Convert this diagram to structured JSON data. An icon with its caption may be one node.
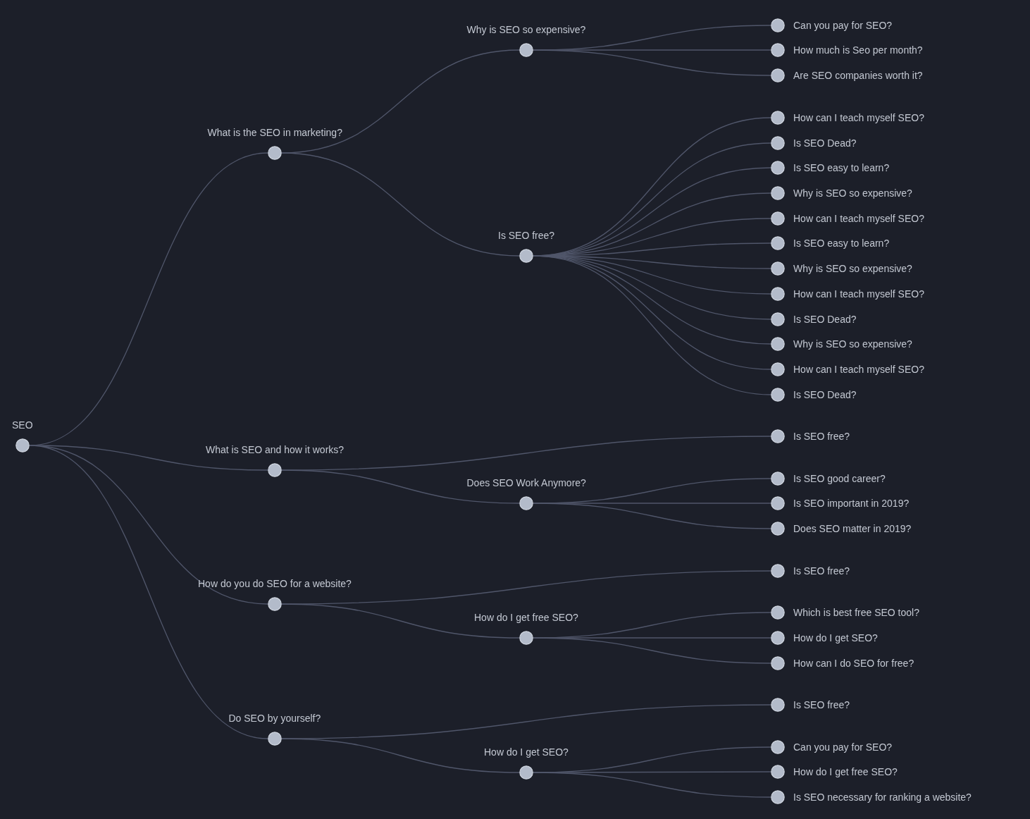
{
  "diagram": {
    "nodes": [
      {
        "text": [
          "SEO"
        ]
      },
      {
        "text": [
          "What is the SEO in marketing?"
        ]
      },
      {
        "text": [
          "Why is SEO so expensive?"
        ]
      },
      {
        "text": [
          "Can you pay for SEO?"
        ]
      },
      {
        "text": [
          "How much is Seo per month?"
        ]
      },
      {
        "text": [
          "Are SEO companies worth it?"
        ]
      },
      {
        "text": [
          "Is SEO free?"
        ]
      },
      {
        "text": [
          "How can I teach myself SEO?"
        ]
      },
      {
        "text": [
          "Is SEO Dead?"
        ]
      },
      {
        "text": [
          "Is SEO easy to learn?"
        ]
      },
      {
        "text": [
          "Why is SEO so expensive?"
        ]
      },
      {
        "text": [
          "How can I teach myself SEO?"
        ]
      },
      {
        "text": [
          "Is SEO easy to learn?"
        ]
      },
      {
        "text": [
          "Why is SEO so expensive?"
        ]
      },
      {
        "text": [
          "How can I teach myself SEO?"
        ]
      },
      {
        "text": [
          "Is SEO Dead?"
        ]
      },
      {
        "text": [
          "Why is SEO so expensive?"
        ]
      },
      {
        "text": [
          "How can I teach myself SEO?"
        ]
      },
      {
        "text": [
          "Is SEO Dead?"
        ]
      },
      {
        "text": [
          "What is SEO and how it works?"
        ]
      },
      {
        "text": [
          "Is SEO free?"
        ]
      },
      {
        "text": [
          "Does SEO Work Anymore?"
        ]
      },
      {
        "text": [
          "Is SEO good career?"
        ]
      },
      {
        "text": [
          "Is SEO important in 2019?"
        ]
      },
      {
        "text": [
          "Does SEO matter in 2019?"
        ]
      },
      {
        "text": [
          "How do you do SEO for a website?"
        ]
      },
      {
        "text": [
          "Is SEO free?"
        ]
      },
      {
        "text": [
          "How do I get free SEO?"
        ]
      },
      {
        "text": [
          "Which is best free SEO tool?"
        ]
      },
      {
        "text": [
          "How do I get SEO?"
        ]
      },
      {
        "text": [
          "How can I do SEO for free?"
        ]
      },
      {
        "text": [
          "Do SEO by yourself?"
        ]
      },
      {
        "text": [
          "Is SEO free?"
        ]
      },
      {
        "text": [
          "How do I get SEO?"
        ]
      },
      {
        "text": [
          "Can you pay for SEO?"
        ]
      },
      {
        "text": [
          "How do I get free SEO?"
        ]
      },
      {
        "text": [
          "Is SEO necessary for ranking a website?"
        ]
      }
    ],
    "edges": [
      {
        "from": 0,
        "to": 1,
        "arrow": "none"
      },
      {
        "from": 1,
        "to": 2,
        "arrow": "none"
      },
      {
        "from": 2,
        "to": 3,
        "arrow": "none"
      },
      {
        "from": 2,
        "to": 4,
        "arrow": "none"
      },
      {
        "from": 2,
        "to": 5,
        "arrow": "none"
      },
      {
        "from": 1,
        "to": 6,
        "arrow": "none"
      },
      {
        "from": 6,
        "to": 7,
        "arrow": "none"
      },
      {
        "from": 6,
        "to": 8,
        "arrow": "none"
      },
      {
        "from": 6,
        "to": 9,
        "arrow": "none"
      },
      {
        "from": 6,
        "to": 10,
        "arrow": "none"
      },
      {
        "from": 6,
        "to": 11,
        "arrow": "none"
      },
      {
        "from": 6,
        "to": 12,
        "arrow": "none"
      },
      {
        "from": 6,
        "to": 13,
        "arrow": "none"
      },
      {
        "from": 6,
        "to": 14,
        "arrow": "none"
      },
      {
        "from": 6,
        "to": 15,
        "arrow": "none"
      },
      {
        "from": 6,
        "to": 16,
        "arrow": "none"
      },
      {
        "from": 6,
        "to": 17,
        "arrow": "none"
      },
      {
        "from": 6,
        "to": 18,
        "arrow": "none"
      },
      {
        "from": 0,
        "to": 19,
        "arrow": "none"
      },
      {
        "from": 19,
        "to": 20,
        "arrow": "none"
      },
      {
        "from": 19,
        "to": 21,
        "arrow": "none"
      },
      {
        "from": 21,
        "to": 22,
        "arrow": "none"
      },
      {
        "from": 21,
        "to": 23,
        "arrow": "none"
      },
      {
        "from": 21,
        "to": 24,
        "arrow": "none"
      },
      {
        "from": 0,
        "to": 25,
        "arrow": "none"
      },
      {
        "from": 25,
        "to": 26,
        "arrow": "none"
      },
      {
        "from": 25,
        "to": 27,
        "arrow": "none"
      },
      {
        "from": 27,
        "to": 28,
        "arrow": "none"
      },
      {
        "from": 27,
        "to": 29,
        "arrow": "none"
      },
      {
        "from": 27,
        "to": 30,
        "arrow": "none"
      },
      {
        "from": 0,
        "to": 31,
        "arrow": "none"
      },
      {
        "from": 31,
        "to": 32,
        "arrow": "none"
      },
      {
        "from": 31,
        "to": 33,
        "arrow": "none"
      },
      {
        "from": 33,
        "to": 34,
        "arrow": "none"
      },
      {
        "from": 33,
        "to": 35,
        "arrow": "none"
      },
      {
        "from": 33,
        "to": 36,
        "arrow": "none"
      }
    ]
  }
}
